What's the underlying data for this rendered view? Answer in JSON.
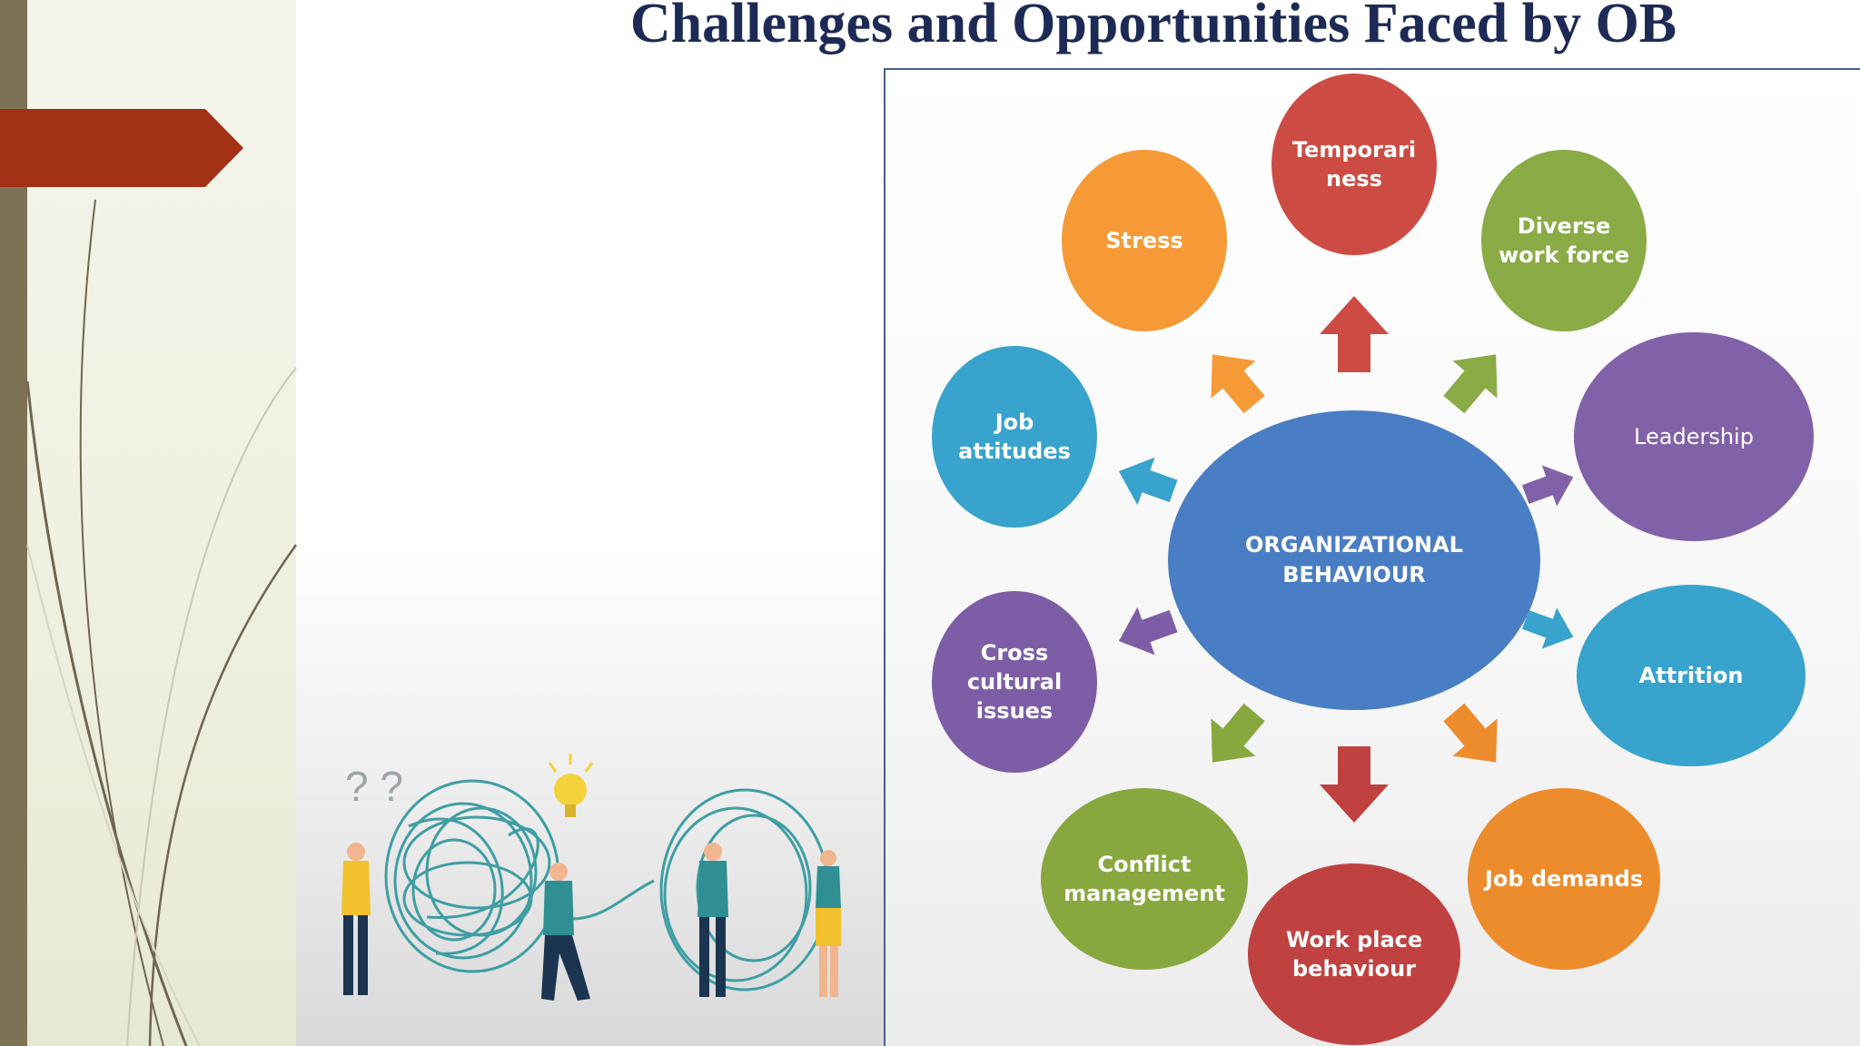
{
  "slide": {
    "title": "Challenges and Opportunities Faced by OB",
    "colors": {
      "title": "#1d2a55",
      "stripe": "#7d7256",
      "arrow_tab": "#a33116"
    }
  },
  "illustration": {
    "question_marks": "? ?",
    "icon": "tangled-thread-people-lightbulb-illustration"
  },
  "diagram": {
    "center": {
      "label": "ORGANIZATIONAL\nBEHAVIOUR",
      "color": "#4a7ec4"
    },
    "nodes": [
      {
        "id": "temporariness",
        "label": "Temporari\nness",
        "color": "#cc4c43"
      },
      {
        "id": "diverse-work-force",
        "label": "Diverse\nwork force",
        "color": "#8aab45"
      },
      {
        "id": "leadership",
        "label": "Leadership",
        "color": "#8161a8"
      },
      {
        "id": "attrition",
        "label": "Attrition",
        "color": "#38a3cc"
      },
      {
        "id": "job-demands",
        "label": "Job demands",
        "color": "#ec8c2c"
      },
      {
        "id": "work-place-behaviour",
        "label": "Work place\nbehaviour",
        "color": "#bf4240"
      },
      {
        "id": "conflict-management",
        "label": "Conflict\nmanagement",
        "color": "#88a83f"
      },
      {
        "id": "cross-cultural-issues",
        "label": "Cross\ncultural\nissues",
        "color": "#7d5ea6"
      },
      {
        "id": "job-attitudes",
        "label": "Job\nattitudes",
        "color": "#38a3cc"
      },
      {
        "id": "stress",
        "label": "Stress",
        "color": "#f59a36"
      }
    ]
  }
}
